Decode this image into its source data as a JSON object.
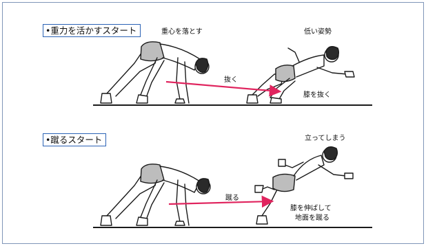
{
  "sections": [
    {
      "title": "•重力を活かすスタート",
      "labels": {
        "center_drop": "重心を落とす",
        "low_posture": "低い姿勢",
        "pull": "抜く",
        "knee_pull": "膝を抜く"
      }
    },
    {
      "title": "•蹴るスタート",
      "labels": {
        "stand_up": "立ってしまう",
        "kick": "蹴る",
        "knee_extend_line1": "膝を伸ばして",
        "knee_extend_line2": "地面を蹴る"
      }
    }
  ],
  "colors": {
    "frame_border": "#7f95b8",
    "title_border": "#2a62b5",
    "arrow": "#e0245e",
    "line_art": "#1a1a1a"
  }
}
